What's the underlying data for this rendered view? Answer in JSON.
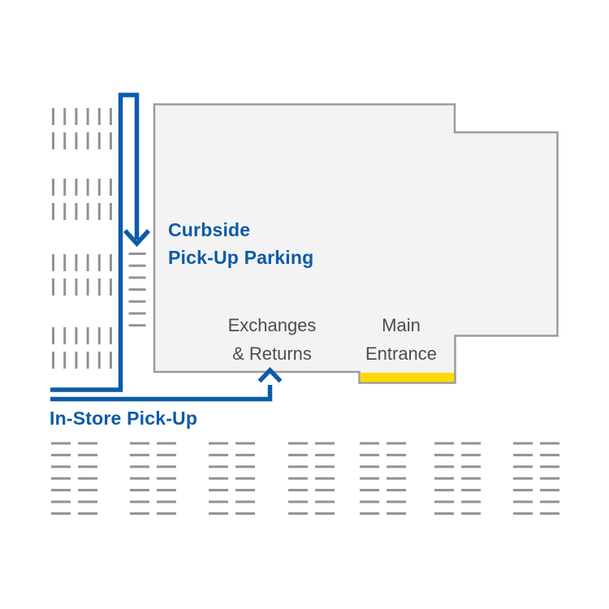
{
  "map": {
    "labels": {
      "curbside_line1": "Curbside",
      "curbside_line2": "Pick-Up Parking",
      "exchanges_line1": "Exchanges",
      "exchanges_line2": "& Returns",
      "main_entrance_line1": "Main",
      "main_entrance_line2": "Entrance",
      "instore": "In-Store Pick-Up"
    },
    "colors": {
      "route_blue": "#0d5ba7",
      "entrance_yellow": "#ffd900",
      "building_fill": "#f3f3f3",
      "building_border": "#9b9b9b",
      "space_marker_gray": "#929292",
      "label_gray": "#4d4d4d",
      "background": "#ffffff"
    },
    "parking": {
      "left_lot": {
        "groups": 4,
        "rows_per_group": 2,
        "spots_per_row": 6
      },
      "curbside_spots": {
        "count": 7
      },
      "bottom_lot": {
        "groups": 7,
        "rows_per_group": 7,
        "spots_per_row": 2
      }
    }
  }
}
